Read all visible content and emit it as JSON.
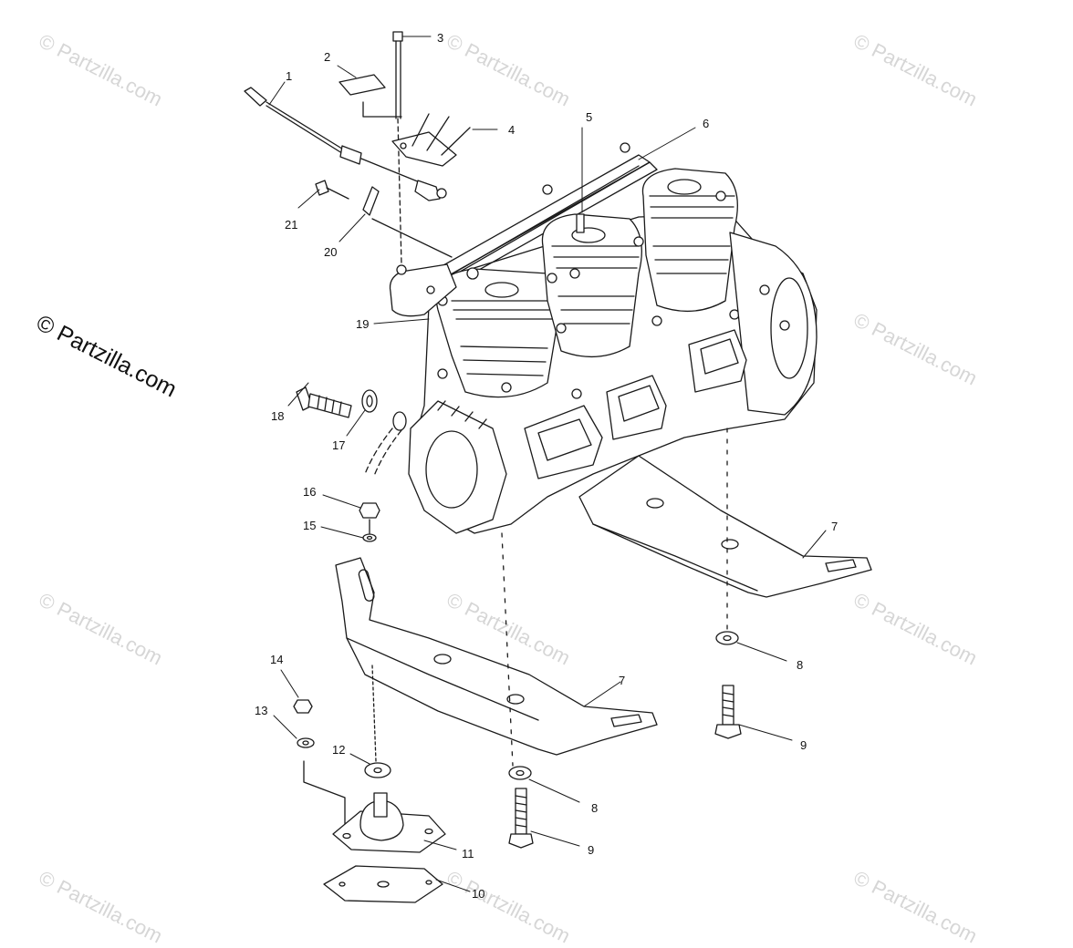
{
  "watermark": {
    "text": "© Partzilla.com"
  },
  "parts": [
    {
      "number": "1"
    },
    {
      "number": "2"
    },
    {
      "number": "3"
    },
    {
      "number": "4"
    },
    {
      "number": "5"
    },
    {
      "number": "6"
    },
    {
      "number": "7"
    },
    {
      "number": "7"
    },
    {
      "number": "8"
    },
    {
      "number": "8"
    },
    {
      "number": "9"
    },
    {
      "number": "9"
    },
    {
      "number": "10"
    },
    {
      "number": "11"
    },
    {
      "number": "12"
    },
    {
      "number": "13"
    },
    {
      "number": "14"
    },
    {
      "number": "15"
    },
    {
      "number": "16"
    },
    {
      "number": "17"
    },
    {
      "number": "18"
    },
    {
      "number": "19"
    },
    {
      "number": "20"
    },
    {
      "number": "21"
    }
  ],
  "colors": {
    "line": "#1a1a1a",
    "watermark": "#d6d6d6"
  }
}
